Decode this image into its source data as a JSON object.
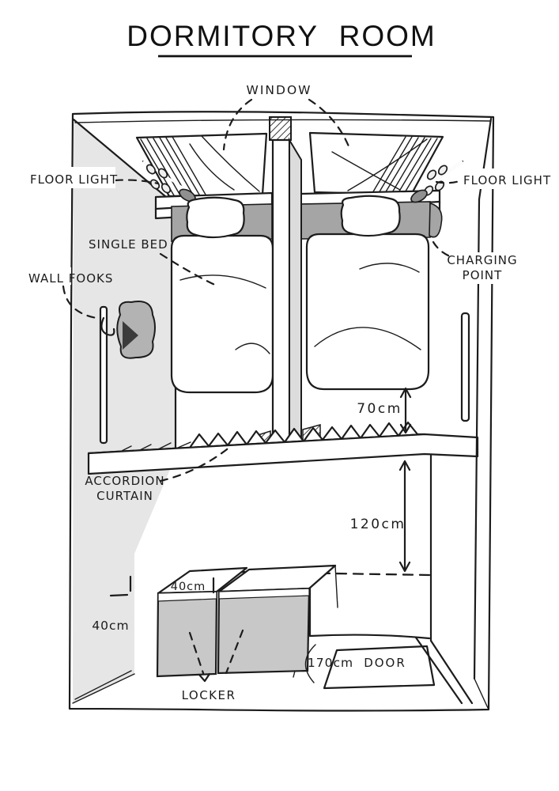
{
  "title": {
    "text": "DORMITORY ROOM"
  },
  "labels": {
    "window": "WINDOW",
    "floor_light_left": "FLOOR LIGHT",
    "floor_light_right": "FLOOR LIGHT",
    "single_bed": "SINGLE BED",
    "wall_hooks": "WALL FOOKS",
    "charging_point_line1": "CHARGING",
    "charging_point_line2": "POINT",
    "accordion_curtain_line1": "ACCORDION",
    "accordion_curtain_line2": "CURTAIN",
    "locker": "LOCKER",
    "door": "DOOR"
  },
  "measurements": {
    "bed_to_curtain": "70cm",
    "curtain_to_door_area": "120cm",
    "locker_depth": "40cm",
    "locker_height": "40cm",
    "door_clearance": "170cm"
  },
  "colors": {
    "ink": "#1c1c1c",
    "wall_shade": "#e6e6e6",
    "headboard_shadow": "#a5a5a5",
    "locker_front": "#c8c8c8",
    "jacket": "#b3b3b3",
    "partition_side": "#dcdcdc",
    "lamp_base": "#909090"
  }
}
